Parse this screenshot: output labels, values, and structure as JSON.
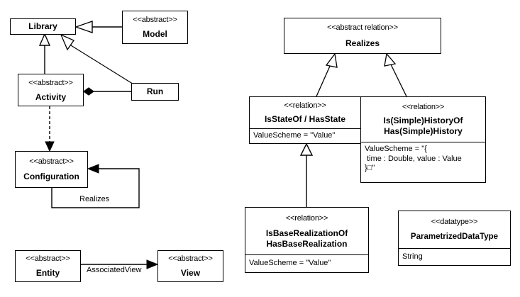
{
  "diagram": {
    "title": "UML class diagram",
    "stroke_color": "#000000",
    "fill_color": "#ffffff"
  },
  "classes": [
    {
      "id": "library",
      "stereotype": "",
      "name": "Library",
      "attributes": []
    },
    {
      "id": "model",
      "stereotype": "<<abstract>>",
      "name": "Model",
      "attributes": []
    },
    {
      "id": "activity",
      "stereotype": "<<abstract>>",
      "name": "Activity",
      "attributes": []
    },
    {
      "id": "run",
      "stereotype": "",
      "name": "Run",
      "attributes": []
    },
    {
      "id": "configuration",
      "stereotype": "<<abstract>>",
      "name": "Configuration",
      "attributes": []
    },
    {
      "id": "entity",
      "stereotype": "<<abstract>>",
      "name": "Entity",
      "attributes": []
    },
    {
      "id": "view",
      "stereotype": "<<abstract>>",
      "name": "View",
      "attributes": []
    },
    {
      "id": "realizes",
      "stereotype": "<<abstract relation>>",
      "name": "Realizes",
      "attributes": []
    },
    {
      "id": "isstateof",
      "stereotype": "<<relation>>",
      "name": "IsStateOf / HasState",
      "attributes": [
        "ValueScheme = \"Value\""
      ]
    },
    {
      "id": "ishistoryof",
      "stereotype": "<<relation>>",
      "name_line1": "Is(Simple)HistoryOf",
      "name_line2": "Has(Simple)History",
      "attributes": [
        "ValueScheme = \"{",
        " time : Double, value : Value",
        "}□\""
      ]
    },
    {
      "id": "isbaserealizationof",
      "stereotype": "<<relation>>",
      "name_line1": "IsBaseRealizationOf",
      "name_line2": "HasBaseRealization",
      "attributes": [
        "ValueScheme = \"Value\""
      ]
    },
    {
      "id": "parametrizeddatatype",
      "stereotype": "<<datatype>>",
      "name": "ParametrizedDataType",
      "attributes": [
        "String"
      ]
    }
  ],
  "edge_labels": {
    "realizes_loop": "Realizes",
    "associated_view": "AssociatedView"
  }
}
